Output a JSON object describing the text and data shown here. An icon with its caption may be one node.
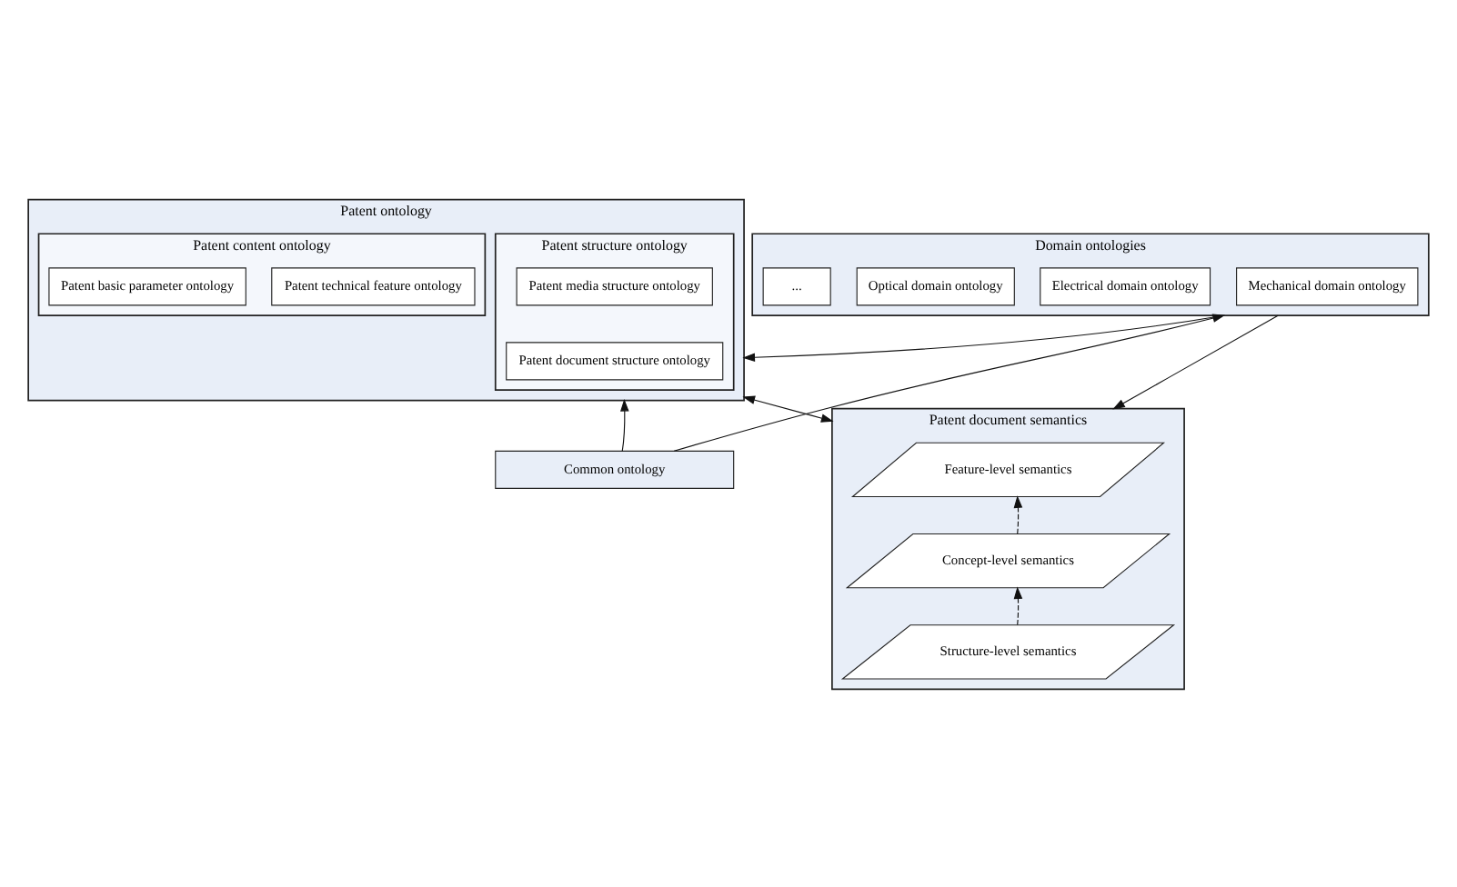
{
  "diagram": {
    "nodes": [
      {
        "text": [
          "Domain ontologies"
        ]
      },
      {
        "text": [
          "Mechanical domain ontology"
        ],
        "in": 0
      },
      {
        "text": [
          "Electrical domain ontology"
        ],
        "in": 0
      },
      {
        "text": [
          "Optical domain ontology"
        ],
        "in": 0
      },
      {
        "text": [
          "..."
        ],
        "in": 0
      },
      {
        "text": [
          "Patent ontology"
        ]
      },
      {
        "text": [
          "Patent structure ontology"
        ],
        "in": 5
      },
      {
        "text": [
          "Patent document structure ontology"
        ],
        "in": 6
      },
      {
        "text": [
          "Patent media structure ontology"
        ],
        "in": 6
      },
      {
        "text": [
          "Patent content ontology"
        ],
        "in": 5
      },
      {
        "text": [
          "Patent technical feature ontology"
        ],
        "in": 9
      },
      {
        "text": [
          "Patent basic parameter ontology"
        ],
        "in": 9
      },
      {
        "text": [
          "Common ontology"
        ]
      },
      {
        "text": [
          "Patent document semantics"
        ]
      },
      {
        "text": [
          "Feature-level semantics"
        ],
        "in": 13
      },
      {
        "text": [
          "Concept-level semantics"
        ],
        "in": 13
      },
      {
        "text": [
          "Structure-level semantics"
        ],
        "in": 13
      }
    ],
    "edges": [
      {
        "from": 0,
        "to": 5,
        "arrow": "to"
      },
      {
        "from": 0,
        "to": 13,
        "arrow": "to"
      },
      {
        "from": 12,
        "to": 5,
        "arrow": "to"
      },
      {
        "from": 12,
        "to": 0,
        "arrow": "to"
      },
      {
        "from": 5,
        "to": 13,
        "arrow": "both"
      },
      {
        "from": 15,
        "to": 14,
        "arrow": "to",
        "style": "dashed"
      },
      {
        "from": 16,
        "to": 15,
        "arrow": "to",
        "style": "dashed"
      }
    ]
  }
}
